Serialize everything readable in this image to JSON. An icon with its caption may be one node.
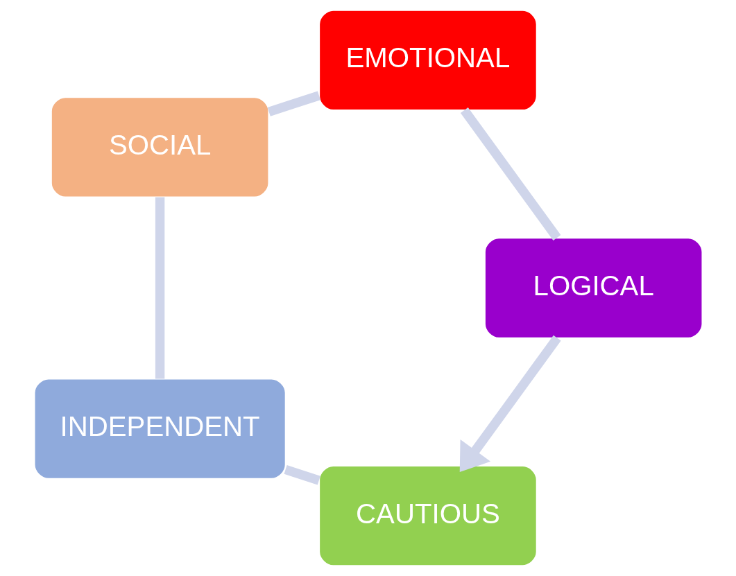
{
  "diagram": {
    "nodes": [
      {
        "text": [
          "CAUTIOUS"
        ]
      },
      {
        "text": [
          "INDEPENDENT"
        ]
      },
      {
        "text": [
          "SOCIAL"
        ]
      },
      {
        "text": [
          "EMOTIONAL"
        ]
      },
      {
        "text": [
          "LOGICAL"
        ]
      }
    ],
    "edges": [
      {
        "from": 0,
        "to": 1,
        "arrow": "none"
      },
      {
        "from": 1,
        "to": 2,
        "arrow": "none"
      },
      {
        "from": 2,
        "to": 3,
        "arrow": "none"
      },
      {
        "from": 3,
        "to": 4,
        "arrow": "none"
      },
      {
        "from": 4,
        "to": 0,
        "arrow": "to"
      }
    ]
  }
}
